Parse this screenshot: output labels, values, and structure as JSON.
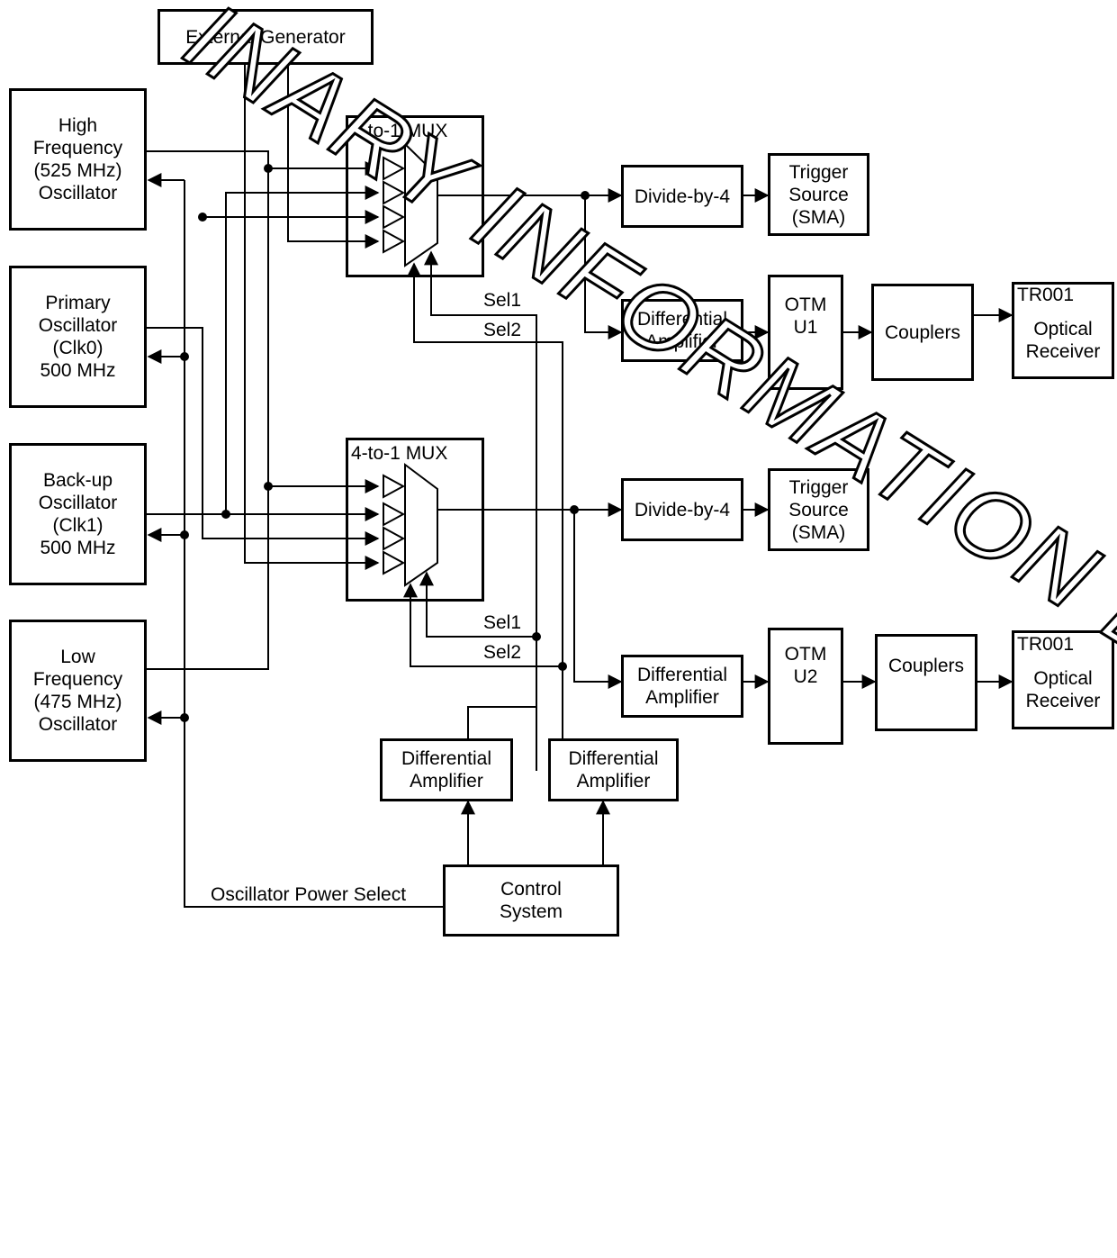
{
  "blocks": {
    "external_generator": "External Generator",
    "high_freq_osc": "High\nFrequency\n(525 MHz)\nOscillator",
    "primary_osc": "Primary\nOscillator\n(Clk0)\n500 MHz",
    "backup_osc": "Back-up\nOscillator\n(Clk1)\n500 MHz",
    "low_freq_osc": "Low\nFrequency\n(475 MHz)\nOscillator",
    "mux_top": "4-to-1 MUX",
    "mux_bottom": "4-to-1 MUX",
    "divide_top": "Divide-by-4",
    "divide_bottom": "Divide-by-4",
    "trigger_top": "Trigger\nSource\n(SMA)",
    "trigger_bottom": "Trigger\nSource\n(SMA)",
    "diff_amp_top": "Differential\nAmplifier",
    "diff_amp_mid": "Differential\nAmplifier",
    "diff_amp_sel1": "Differential\nAmplifier",
    "diff_amp_sel2": "Differential\nAmplifier",
    "otm_u1": "OTM\nU1",
    "otm_u2": "OTM\nU2",
    "couplers_top": "Couplers",
    "couplers_bottom": "Couplers",
    "receiver_top_id": "TR001",
    "receiver_top": "Optical\nReceiver",
    "receiver_bottom_id": "TR001",
    "receiver_bottom": "Optical\nReceiver",
    "control_system": "Control\nSystem"
  },
  "labels": {
    "sel1_top": "Sel1",
    "sel2_top": "Sel2",
    "sel1_bottom": "Sel1",
    "sel2_bottom": "Sel2",
    "osc_power_select": "Oscillator Power Select"
  },
  "watermark": "INARY INFORMATION   DO NOT DISSEMINATE"
}
